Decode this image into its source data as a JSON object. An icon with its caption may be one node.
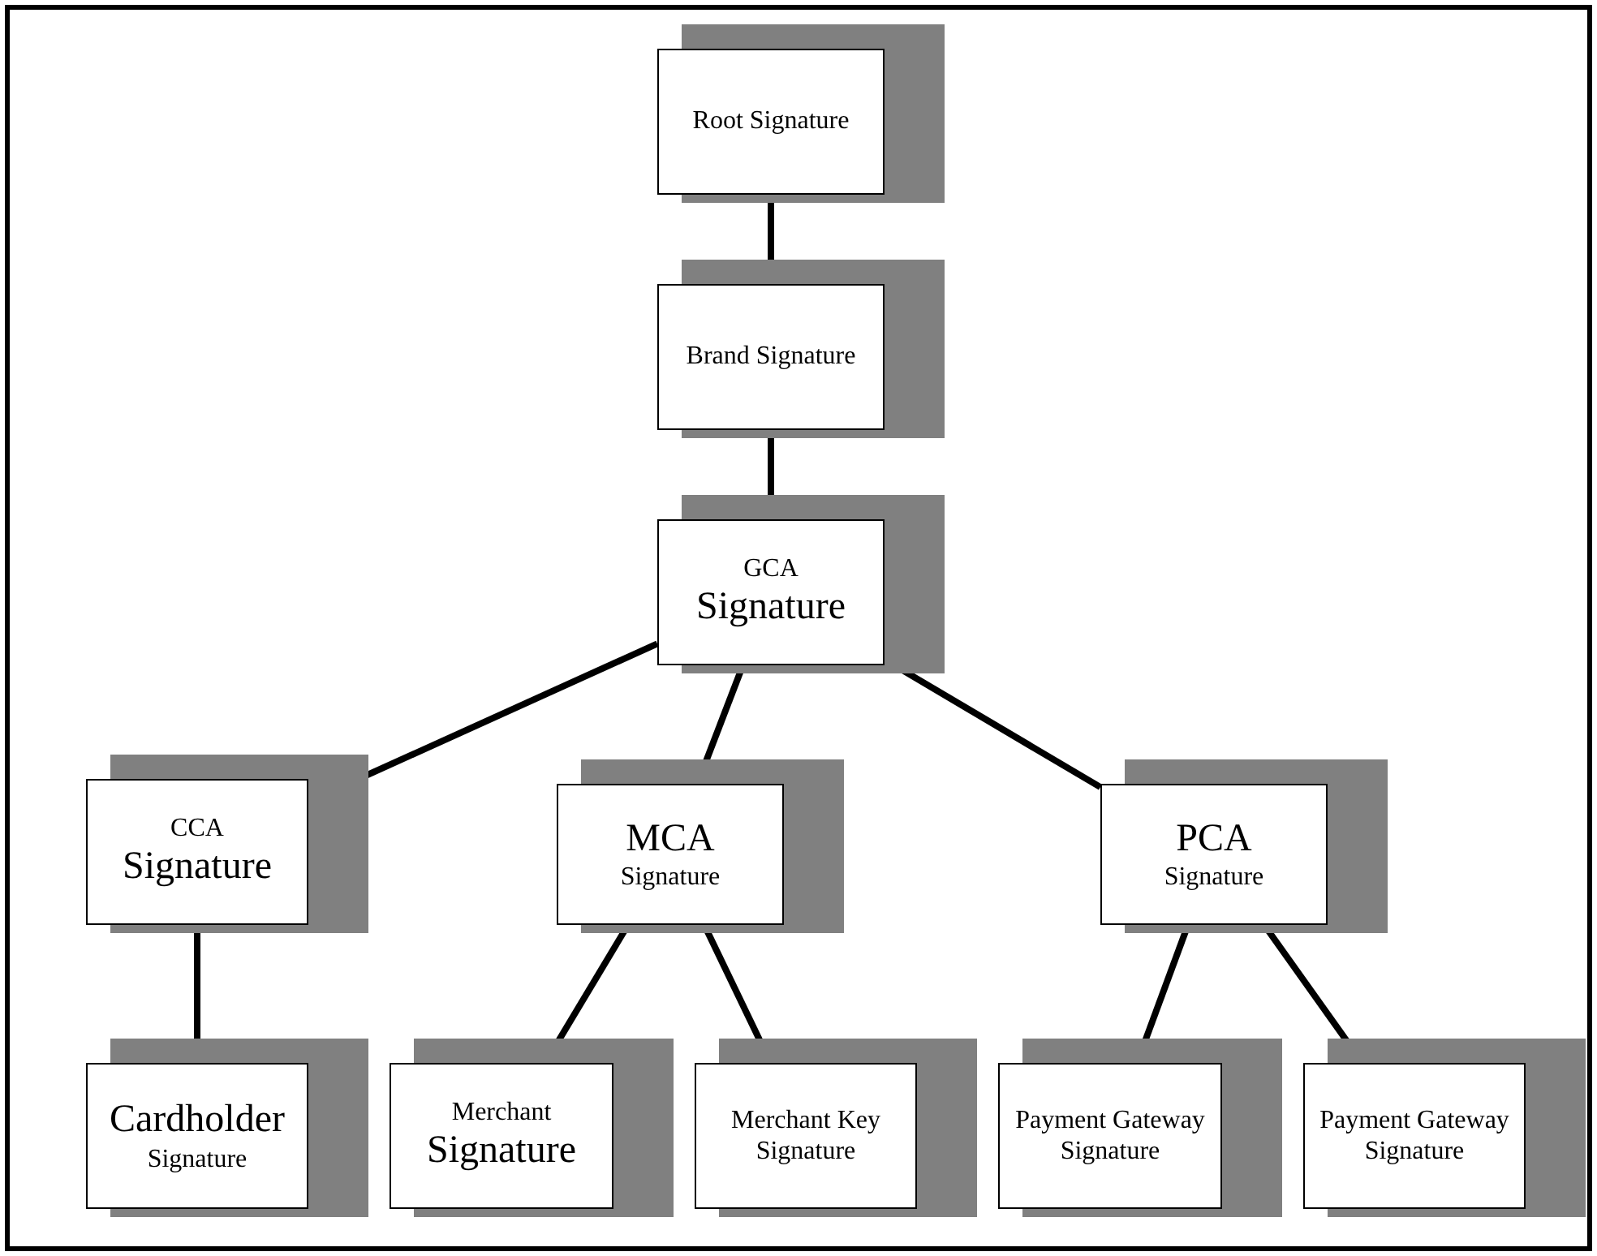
{
  "diagram": {
    "nodes": [
      {
        "text": [
          "Root Signature"
        ]
      },
      {
        "text": [
          "Brand Signature"
        ]
      },
      {
        "text": [
          "GCA",
          "Signature"
        ]
      },
      {
        "text": [
          "CCA",
          "Signature"
        ]
      },
      {
        "text": [
          "MCA",
          "Signature"
        ]
      },
      {
        "text": [
          "PCA",
          "Signature"
        ]
      },
      {
        "text": [
          "Cardholder",
          "Signature"
        ]
      },
      {
        "text": [
          "Merchant",
          "Signature"
        ]
      },
      {
        "text": [
          "Merchant Key Signature"
        ]
      },
      {
        "text": [
          "Payment Gateway Signature"
        ]
      },
      {
        "text": [
          "Payment Gateway Signature"
        ]
      }
    ],
    "edges": [
      {
        "from": 0,
        "to": 1,
        "arrow": "none"
      },
      {
        "from": 1,
        "to": 2,
        "arrow": "none"
      },
      {
        "from": 2,
        "to": 3,
        "arrow": "none"
      },
      {
        "from": 2,
        "to": 4,
        "arrow": "none"
      },
      {
        "from": 2,
        "to": 5,
        "arrow": "none"
      },
      {
        "from": 3,
        "to": 6,
        "arrow": "none"
      },
      {
        "from": 4,
        "to": 7,
        "arrow": "none"
      },
      {
        "from": 4,
        "to": 8,
        "arrow": "none"
      },
      {
        "from": 5,
        "to": 9,
        "arrow": "none"
      },
      {
        "from": 5,
        "to": 10,
        "arrow": "none"
      }
    ]
  }
}
